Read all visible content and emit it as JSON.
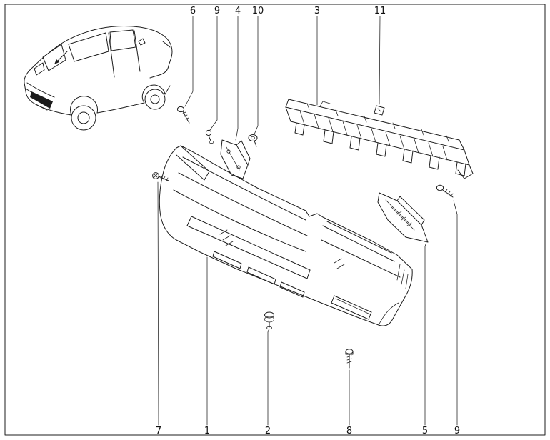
{
  "figure": {
    "background": "#ffffff",
    "line_color": "#1c1c1c"
  },
  "callouts": {
    "top": [
      {
        "label": "6"
      },
      {
        "label": "9"
      },
      {
        "label": "4"
      },
      {
        "label": "10"
      },
      {
        "label": "3"
      },
      {
        "label": "11"
      }
    ],
    "bottom": [
      {
        "label": "7"
      },
      {
        "label": "1"
      },
      {
        "label": "2"
      },
      {
        "label": "8"
      },
      {
        "label": "5"
      },
      {
        "label": "9"
      }
    ]
  }
}
